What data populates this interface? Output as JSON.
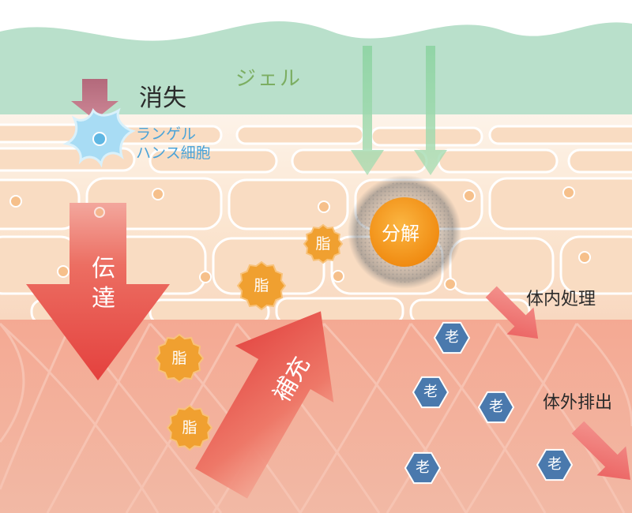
{
  "labels": {
    "gel": "ジェル",
    "vanish": "消失",
    "langerhans_line1": "ランゲル",
    "langerhans_line2": "ハンス細胞",
    "transmit_1": "伝",
    "transmit_2": "達",
    "decompose": "分解",
    "replenish": "補充",
    "internal_processing": "体内処理",
    "excretion": "体外排出"
  },
  "fat_markers": [
    "脂",
    "脂",
    "脂",
    "脂"
  ],
  "aged_markers": [
    "老",
    "老",
    "老",
    "老",
    "老"
  ],
  "colors": {
    "gel_layer": "#b9e0cb",
    "epidermis": "#fbe3cc",
    "dermis": "#f4aa95",
    "fat_marker": "#f0a030",
    "aged_marker": "#4a79ad",
    "arrow_red": "#e84c45",
    "arrow_green": "#8fd4a4",
    "arrow_mauve": "#b3697b",
    "langerhans_cell": "#a8dcf4",
    "decompose_burst": "#f39a1a"
  }
}
